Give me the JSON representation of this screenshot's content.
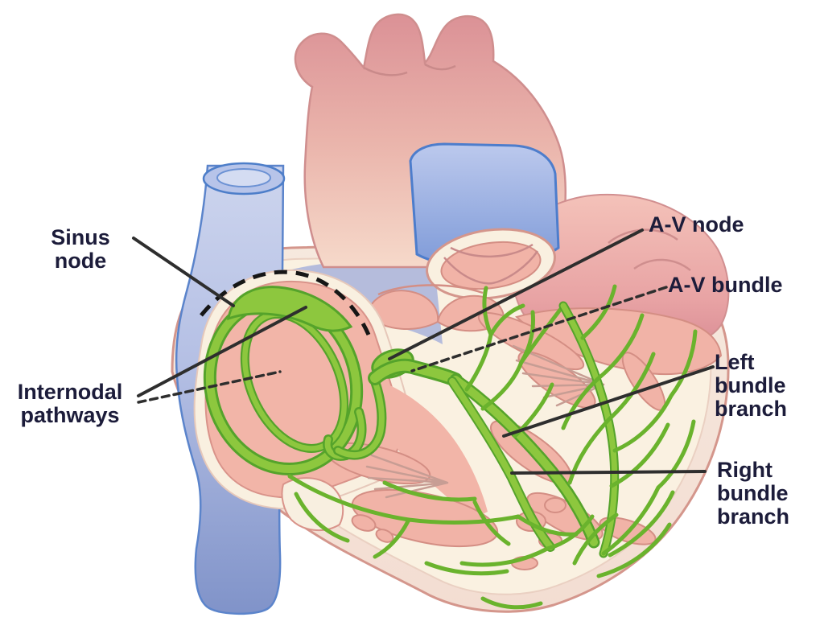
{
  "labels": {
    "sinus_node": "Sinus\nnode",
    "internodal_pathways": "Internodal\npathways",
    "av_node": "A-V node",
    "av_bundle": "A-V bundle",
    "left_bundle_branch": "Left\nbundle\nbranch",
    "right_bundle_branch": "Right\nbundle\nbranch"
  },
  "colors": {
    "conduction_green": "#8dc73e",
    "conduction_green_outline": "#55a32b",
    "myocardium_pink": "#f1b3a7",
    "myocardium_stroke": "#d48e84",
    "heart_wall_stroke": "#d4968c",
    "interior_cream": "#faf1e1",
    "vessel_blue": "#8ea1d4",
    "vessel_blue_stroke": "#5b84cb",
    "pulmonary_artery_stroke": "#4d7dcc",
    "aorta_pink": "#e09598",
    "label_text": "#1c1c3a",
    "leader_line": "#2e2e2e",
    "dashed_epicardium_line": "#161616",
    "background": "#ffffff"
  }
}
